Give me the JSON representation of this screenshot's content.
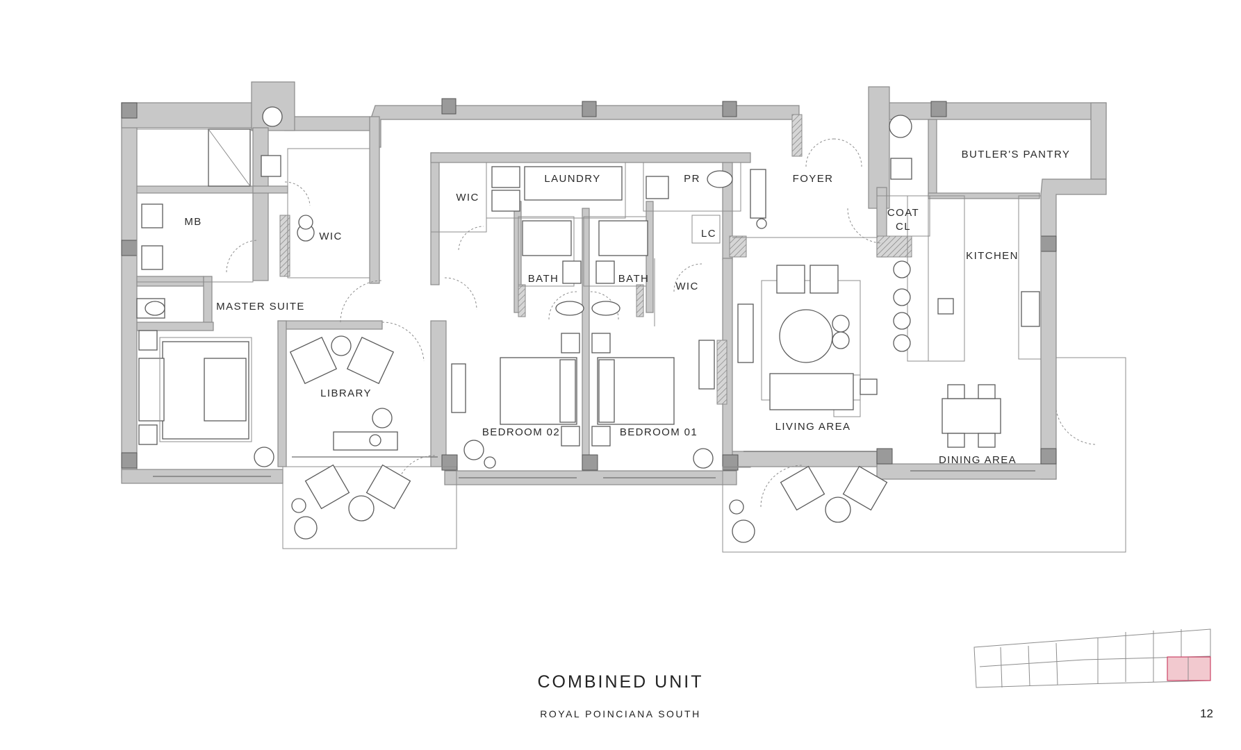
{
  "plan": {
    "title": "COMBINED UNIT",
    "subtitle": "ROYAL POINCIANA SOUTH",
    "page_number": "12"
  },
  "rooms": [
    {
      "id": "mb",
      "label": "MB"
    },
    {
      "id": "wic-master",
      "label": "WIC"
    },
    {
      "id": "master-suite",
      "label": "MASTER SUITE"
    },
    {
      "id": "library",
      "label": "LIBRARY"
    },
    {
      "id": "wic-bed02",
      "label": "WIC"
    },
    {
      "id": "laundry",
      "label": "LAUNDRY"
    },
    {
      "id": "bath-02",
      "label": "BATH"
    },
    {
      "id": "bath-01",
      "label": "BATH"
    },
    {
      "id": "pr",
      "label": "PR"
    },
    {
      "id": "lc",
      "label": "LC"
    },
    {
      "id": "wic-bed01",
      "label": "WIC"
    },
    {
      "id": "bedroom-02",
      "label": "BEDROOM 02"
    },
    {
      "id": "bedroom-01",
      "label": "BEDROOM 01"
    },
    {
      "id": "foyer",
      "label": "FOYER"
    },
    {
      "id": "coat-cl-1",
      "label": "COAT"
    },
    {
      "id": "coat-cl-2",
      "label": "CL"
    },
    {
      "id": "butlers-pantry",
      "label": "BUTLER'S PANTRY"
    },
    {
      "id": "kitchen",
      "label": "KITCHEN"
    },
    {
      "id": "living-area",
      "label": "LIVING AREA"
    },
    {
      "id": "dining-area",
      "label": "DINING AREA"
    }
  ],
  "colors": {
    "wall": "#c8c8c8",
    "key_highlight": "#f2c9cf"
  }
}
